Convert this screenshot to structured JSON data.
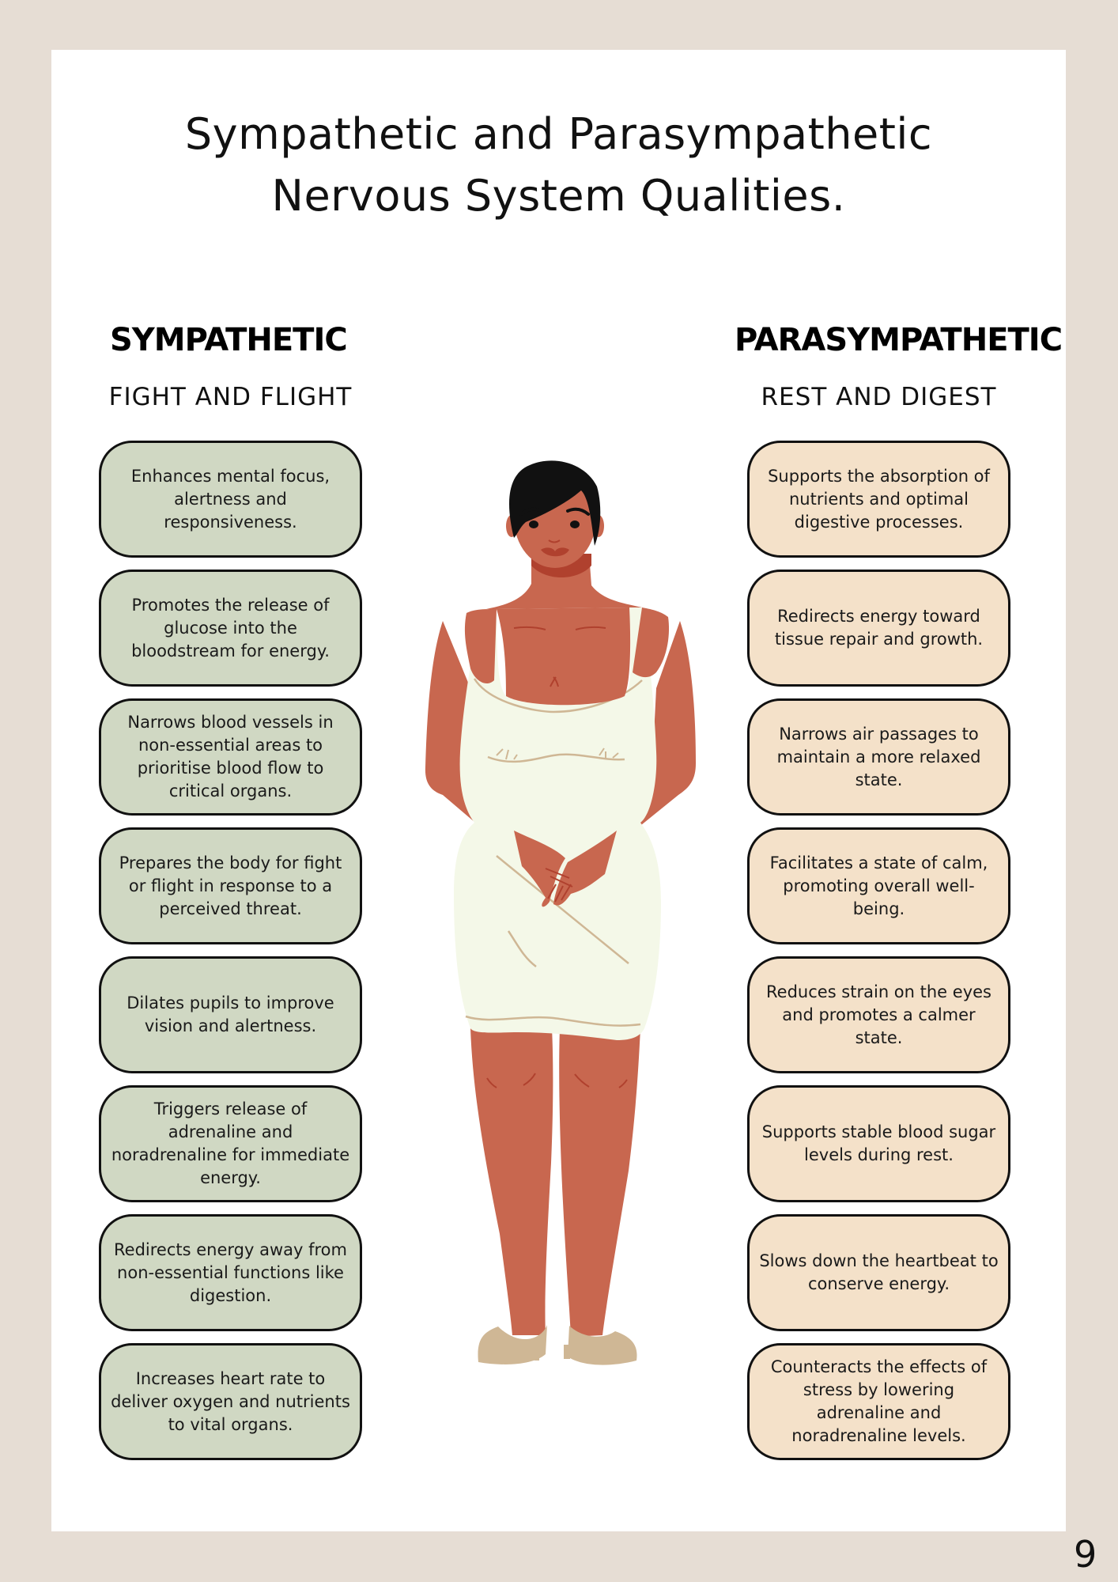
{
  "title": {
    "line1": "Sympathetic and Parasympathetic",
    "line2": "Nervous System Qualities."
  },
  "sympathetic": {
    "heading": "SYMPATHETIC",
    "subheading": "FIGHT AND FLIGHT",
    "accent_color": "#d0d8c3",
    "items": [
      "Enhances mental focus, alertness and responsiveness.",
      "Promotes the release of glucose into the bloodstream for energy.",
      "Narrows blood vessels in non-essential areas to prioritise blood flow to critical organs.",
      "Prepares the body for fight or flight in response to a perceived threat.",
      "Dilates pupils to improve vision and alertness.",
      "Triggers release of adrenaline and noradrenaline for immediate energy.",
      "Redirects energy away from non-essential functions like digestion.",
      "Increases heart rate to deliver oxygen and nutrients to vital organs."
    ]
  },
  "parasympathetic": {
    "heading": "PARASYMPATHETIC",
    "subheading": "REST AND DIGEST",
    "accent_color": "#f4e1c9",
    "items": [
      "Supports the absorption of nutrients and optimal digestive processes.",
      "Redirects energy toward tissue repair and growth.",
      "Narrows air passages to maintain a more relaxed state.",
      "Facilitates a state of calm, promoting overall well-being.",
      "Reduces strain on the eyes and promotes a calmer state.",
      "Supports stable blood sugar levels during rest.",
      "Slows down the heartbeat to conserve energy.",
      "Counteracts the effects of stress by lowering adrenaline and noradrenaline levels."
    ]
  },
  "illustration": {
    "icon": "standing-woman-illustration",
    "skin_color": "#c8674f",
    "dress_color": "#f4f8e8",
    "hair_color": "#111111",
    "shoe_color": "#cfb795"
  },
  "page_number": "9",
  "colors": {
    "background": "#e6ddd4",
    "page": "#ffffff"
  }
}
